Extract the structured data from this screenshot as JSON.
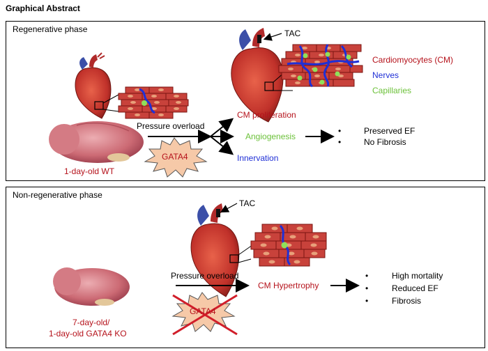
{
  "title": "Graphical Abstract",
  "panel_top": {
    "phase_label": "Regenerative phase",
    "tac_label": "TAC",
    "legend": {
      "cardiomyocytes": "Cardiomyocytes (CM)",
      "nerves": "Nerves",
      "capillaries": "Capillaries"
    },
    "pressure_label": "Pressure overload",
    "gata4_label": "GATA4",
    "pup_label": "1-day-old WT",
    "outcomes": {
      "proliferation": "CM proliferation",
      "angiogenesis": "Angiogenesis",
      "innervation": "Innervation"
    },
    "results": [
      "Preserved EF",
      "No Fibrosis"
    ]
  },
  "panel_bottom": {
    "phase_label": "Non-regenerative phase",
    "tac_label": "TAC",
    "pressure_label": "Pressure overload",
    "gata4_label": "GATA4",
    "pup_label_line1": "7-day-old/",
    "pup_label_line2": "1-day-old GATA4 KO",
    "outcome": "CM Hypertrophy",
    "results": [
      "High mortality",
      "Reduced EF",
      "Fibrosis"
    ]
  },
  "colors": {
    "red_text": "#b5121b",
    "green_text": "#6cc13a",
    "blue_text": "#1f2fd6",
    "cell_fill": "#c8423b",
    "cell_border": "#7a1410",
    "nucleus": "#e8a07a",
    "starburst": "#f6c9a8"
  }
}
